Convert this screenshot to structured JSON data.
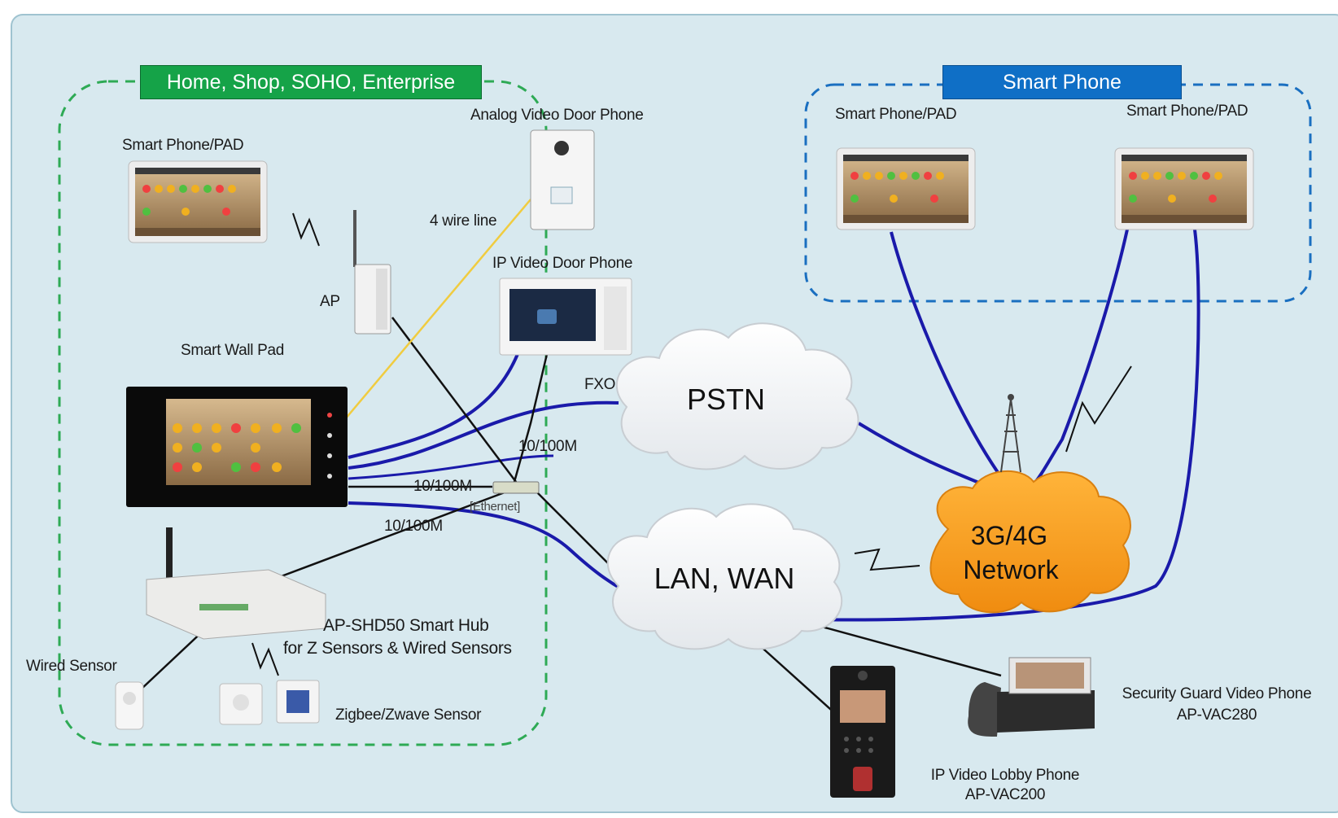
{
  "colors": {
    "panel_bg": "#d8e9ef",
    "zone_home": "#2eaa55",
    "zone_phone": "#1a6fc0",
    "badge_home": "#15a348",
    "badge_phone": "#0f6fc6",
    "link_blue": "#1a1aaa",
    "link_black": "#111111",
    "link_yellow": "#f0cc40",
    "cloud_orange": "#f7a020"
  },
  "zones": {
    "home": {
      "title": "Home, Shop, SOHO, Enterprise"
    },
    "phone": {
      "title": "Smart Phone"
    }
  },
  "labels": {
    "smart_phone_pad_home": "Smart  Phone/PAD",
    "smart_phone_pad_1": "Smart  Phone/PAD",
    "smart_phone_pad_2": "Smart  Phone/PAD",
    "analog_door_phone": "Analog Video Door Phone",
    "four_wire": "4 wire line",
    "ip_door_phone": "IP Video Door Phone",
    "ap": "AP",
    "smart_wall_pad": "Smart Wall Pad",
    "fxo": "FXO",
    "speed_1": "10/100M",
    "speed_2": "10/100M",
    "speed_3": "10/100M",
    "ethernet": "[Ethernet]",
    "smart_hub_1": "AP-SHD50 Smart Hub",
    "smart_hub_2": "for  Z Sensors & Wired Sensors",
    "wired_sensor": "Wired  Sensor",
    "zigbee_sensor": "Zigbee/Zwave Sensor",
    "security_guard_1": "Security Guard Video Phone",
    "security_guard_2": "AP-VAC280",
    "lobby_phone_1": "IP Video Lobby Phone",
    "lobby_phone_2": "AP-VAC200"
  },
  "clouds": {
    "pstn": "PSTN",
    "lan_wan": "LAN, WAN",
    "network_1": "3G/4G",
    "network_2": "Network"
  },
  "icons": [
    "tablet-icon",
    "door-phone-icon",
    "wifi-ap-icon",
    "wall-pad-icon",
    "switch-icon",
    "hub-icon",
    "sensor-icon",
    "cell-tower-icon",
    "lobby-phone-icon",
    "desk-phone-icon",
    "cloud-icon",
    "wireless-signal-icon"
  ]
}
